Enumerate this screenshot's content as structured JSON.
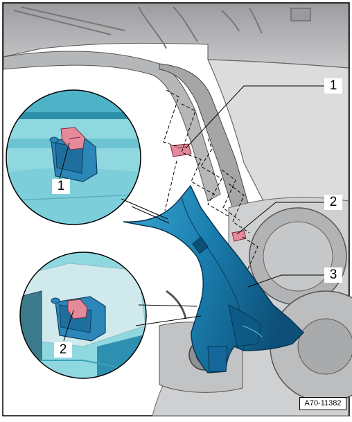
{
  "callouts": {
    "main_1": "1",
    "main_2": "2",
    "main_3": "3",
    "detail_1": "1",
    "detail_2": "2"
  },
  "figure_id": "A70-11382",
  "colors": {
    "trim_panel": "#1b7fb0",
    "trim_panel_dark": "#0d4f77",
    "trim_panel_light": "#3aa7d4",
    "clip_pink": "#e58a9a",
    "clip_blue": "#2d86b8",
    "detail_bg": "#8fd8e0",
    "car_body": "#c8c9cb",
    "car_body_dark": "#6d6e70",
    "window": "#dcdcdc"
  }
}
